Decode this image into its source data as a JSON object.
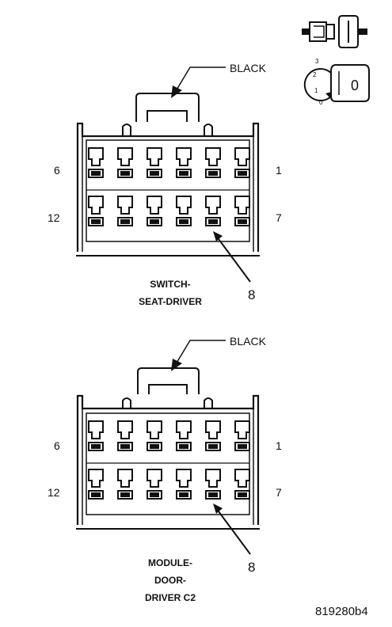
{
  "top_connector": {
    "color_label": "BLACK",
    "left_top_pin": "6",
    "right_top_pin": "1",
    "left_bottom_pin": "12",
    "right_bottom_pin": "7",
    "callout_pin": "8",
    "caption_lines": [
      "SWITCH-",
      "SEAT-DRIVER"
    ]
  },
  "bottom_connector": {
    "color_label": "BLACK",
    "left_top_pin": "6",
    "right_top_pin": "1",
    "left_bottom_pin": "12",
    "right_bottom_pin": "7",
    "callout_pin": "8",
    "caption_lines": [
      "MODULE-",
      "DOOR-",
      "DRIVER C2"
    ]
  },
  "view_indicator": {
    "key_labels": [
      "3",
      "2",
      "1",
      "0"
    ],
    "key_letter": "0"
  },
  "figure_id": "819280b4"
}
